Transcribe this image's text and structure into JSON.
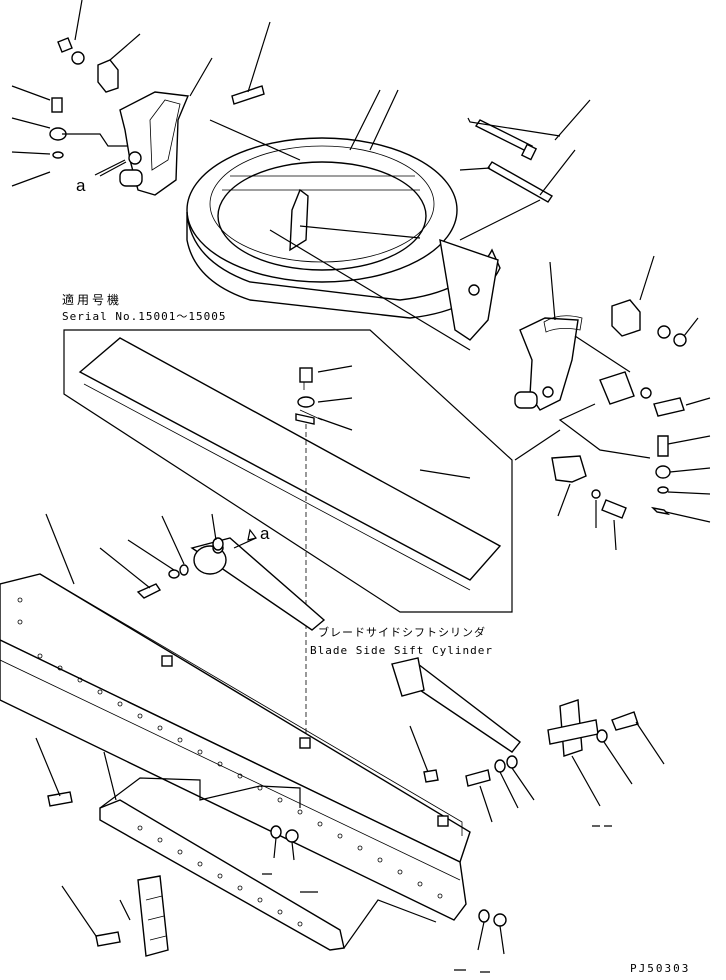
{
  "serial_note": {
    "title_jp": "適用号機",
    "serial": "Serial No.15001〜15005"
  },
  "cylinder_label": {
    "jp": "ブレードサイドシフトシリンダ",
    "en": "Blade Side Sift Cylinder"
  },
  "reference_marks": {
    "upper": "a",
    "lower": "a"
  },
  "drawing_code": "PJ50303"
}
